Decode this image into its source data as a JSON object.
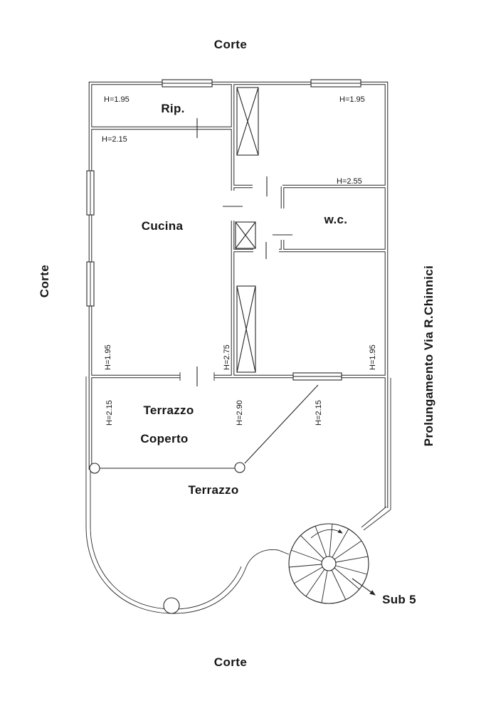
{
  "surroundings": {
    "corte_top": "Corte",
    "corte_left": "Corte",
    "corte_bottom": "Corte",
    "street_right": "Prolungamento Via R.Chinnici"
  },
  "rooms": {
    "rip": "Rip.",
    "cucina": "Cucina",
    "wc": "w.c.",
    "terrazzo_coperto_1": "Terrazzo",
    "terrazzo_coperto_2": "Coperto",
    "terrazzo": "Terrazzo"
  },
  "heights": {
    "rip": "H=1.95",
    "cucina": "H=2.15",
    "top_right": "H=1.95",
    "wc": "H=2.55",
    "bottom_left": "H=1.95",
    "corridor": "H=2.75",
    "bottom_right": "H=1.95",
    "terrace_left": "H=2.15",
    "terrace_mid": "H=2.90",
    "terrace_right": "H=2.15"
  },
  "annotations": {
    "sub5": "Sub 5"
  },
  "colors": {
    "line": "#262626",
    "text": "#151515",
    "background": "#ffffff"
  }
}
